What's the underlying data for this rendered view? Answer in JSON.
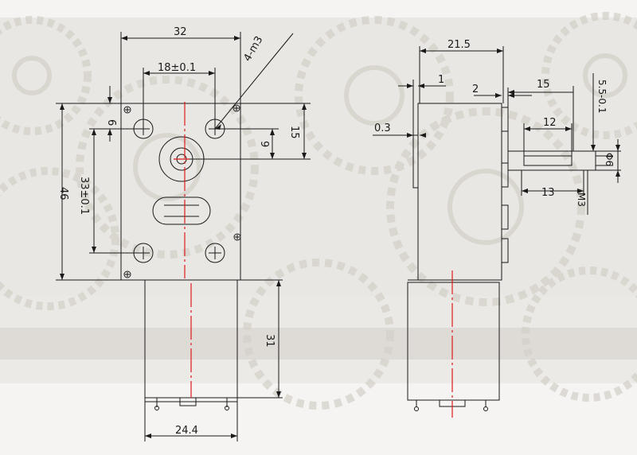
{
  "colors": {
    "background_light": "#eceae6",
    "background_band": "#e3e0db",
    "gear": "#cfcbc4",
    "outline": "#1a1a1a",
    "centerline": "#e01a1a"
  },
  "front_view": {
    "width_dim": "32",
    "screw_label": "4-m3",
    "hole_spacing_dim": "18±0.1",
    "offset_6": "6",
    "offset_9": "9",
    "offset_15": "15",
    "height_dim": "46",
    "vertical_spacing_dim": "33±0.1",
    "motor_length_dim": "31",
    "motor_width_dim": "24.4"
  },
  "side_view": {
    "depth_dim": "21.5",
    "dim_1": "1",
    "dim_2": "2",
    "dim_15": "15",
    "dim_0_3": "0.3",
    "dim_12": "12",
    "dim_5_5": "5.5-0.1",
    "dim_13": "13",
    "shaft_dia": "Φ6",
    "thread": "M3"
  }
}
